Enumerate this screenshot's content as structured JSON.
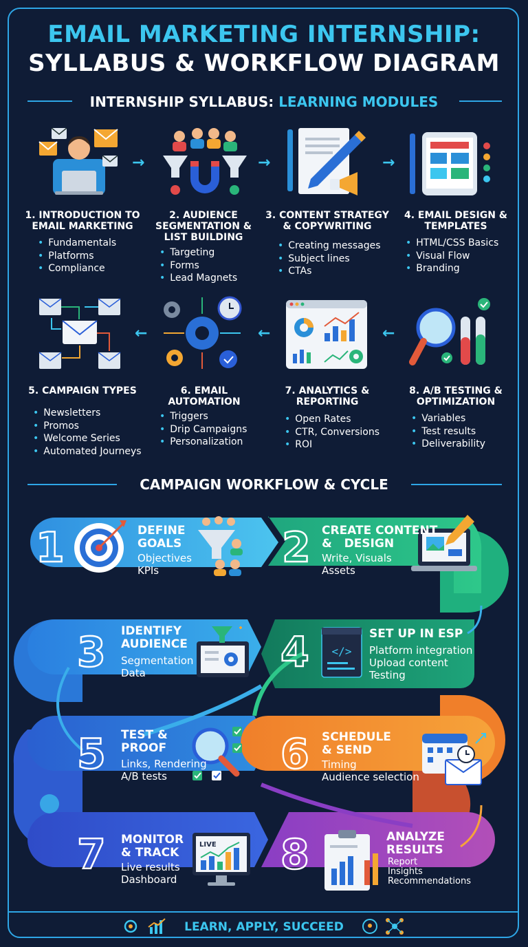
{
  "title": {
    "line1": "EMAIL MARKETING INTERNSHIP:",
    "line2": "SYLLABUS & WORKFLOW DIAGRAM"
  },
  "syllabus": {
    "heading_a": "INTERNSHIP SYLLABUS: ",
    "heading_b": "LEARNING MODULES",
    "modules": [
      {
        "title": "1. INTRODUCTION TO EMAIL MARKETING",
        "items": [
          "Fundamentals",
          "Platforms",
          "Compliance"
        ],
        "icon": "person-laptop-email-icon"
      },
      {
        "title": "2. AUDIENCE SEGMENTATION & LIST BUILDING",
        "items": [
          "Targeting",
          "Forms",
          "Lead Magnets"
        ],
        "icon": "funnel-magnet-icon"
      },
      {
        "title": "3. CONTENT STRATEGY & COPYWRITING",
        "items": [
          "Creating messages",
          "Subject lines",
          "CTAs"
        ],
        "icon": "pen-document-megaphone-icon"
      },
      {
        "title": "4. EMAIL DESIGN & TEMPLATES",
        "items": [
          "HTML/CSS Basics",
          "Visual Flow",
          "Branding"
        ],
        "icon": "tablet-template-icon"
      },
      {
        "title": "5. CAMPAIGN TYPES",
        "items": [
          "Newsletters",
          "Promos",
          "Welcome Series",
          "Automated Journeys"
        ],
        "icon": "email-network-icon"
      },
      {
        "title": "6. EMAIL AUTOMATION",
        "items": [
          "Triggers",
          "Drip Campaigns",
          "Personalization"
        ],
        "icon": "gears-clock-icon"
      },
      {
        "title": "7. ANALYTICS & REPORTING",
        "items": [
          "Open Rates",
          "CTR, Conversions",
          "ROI"
        ],
        "icon": "dashboard-charts-icon"
      },
      {
        "title": "8. A/B TESTING & OPTIMIZATION",
        "items": [
          "Variables",
          "Test results",
          "Deliverability"
        ],
        "icon": "magnifier-testtubes-icon"
      }
    ]
  },
  "workflow": {
    "heading": "CAMPAIGN WORKFLOW & CYCLE",
    "steps": [
      {
        "num": "1",
        "title": "DEFINE GOALS",
        "sub": [
          "Objectives",
          "KPIs"
        ],
        "color": "#3aa9e8"
      },
      {
        "num": "2",
        "title_lines": [
          "CREATE CONTENT",
          "&   DESIGN"
        ],
        "sub": [
          "Write, Visuals",
          "Assets"
        ],
        "color": "#22b786"
      },
      {
        "num": "3",
        "title": "IDENTIFY AUDIENCE",
        "sub": [
          "Segmentation",
          "Data"
        ],
        "color": "#2b8fde"
      },
      {
        "num": "4",
        "title": "SET UP IN ESP",
        "sub": [
          "Platform integration",
          "Upload content",
          "Testing"
        ],
        "color": "#189a70"
      },
      {
        "num": "5",
        "title": "TEST & PROOF",
        "sub": [
          "Links, Rendering",
          "A/B tests"
        ],
        "color": "#2a6fd6"
      },
      {
        "num": "6",
        "title": "SCHEDULE & SEND",
        "sub": [
          "Timing",
          "Audience selection"
        ],
        "color": "#f08a2a"
      },
      {
        "num": "7",
        "title": "MONITOR & TRACK",
        "sub": [
          "Live results",
          "Dashboard"
        ],
        "color": "#3356d0"
      },
      {
        "num": "8",
        "title": "ANALYZE RESULTS",
        "sub": [
          "Report",
          "Insights",
          "Recommendations"
        ],
        "color": "#9a48c8"
      }
    ],
    "live_label": "LIVE"
  },
  "footer": {
    "text": "LEARN, APPLY, SUCCEED"
  },
  "colors": {
    "accent": "#3cc6ef",
    "background": "#0f1c36",
    "frame": "#2ea6e6"
  }
}
